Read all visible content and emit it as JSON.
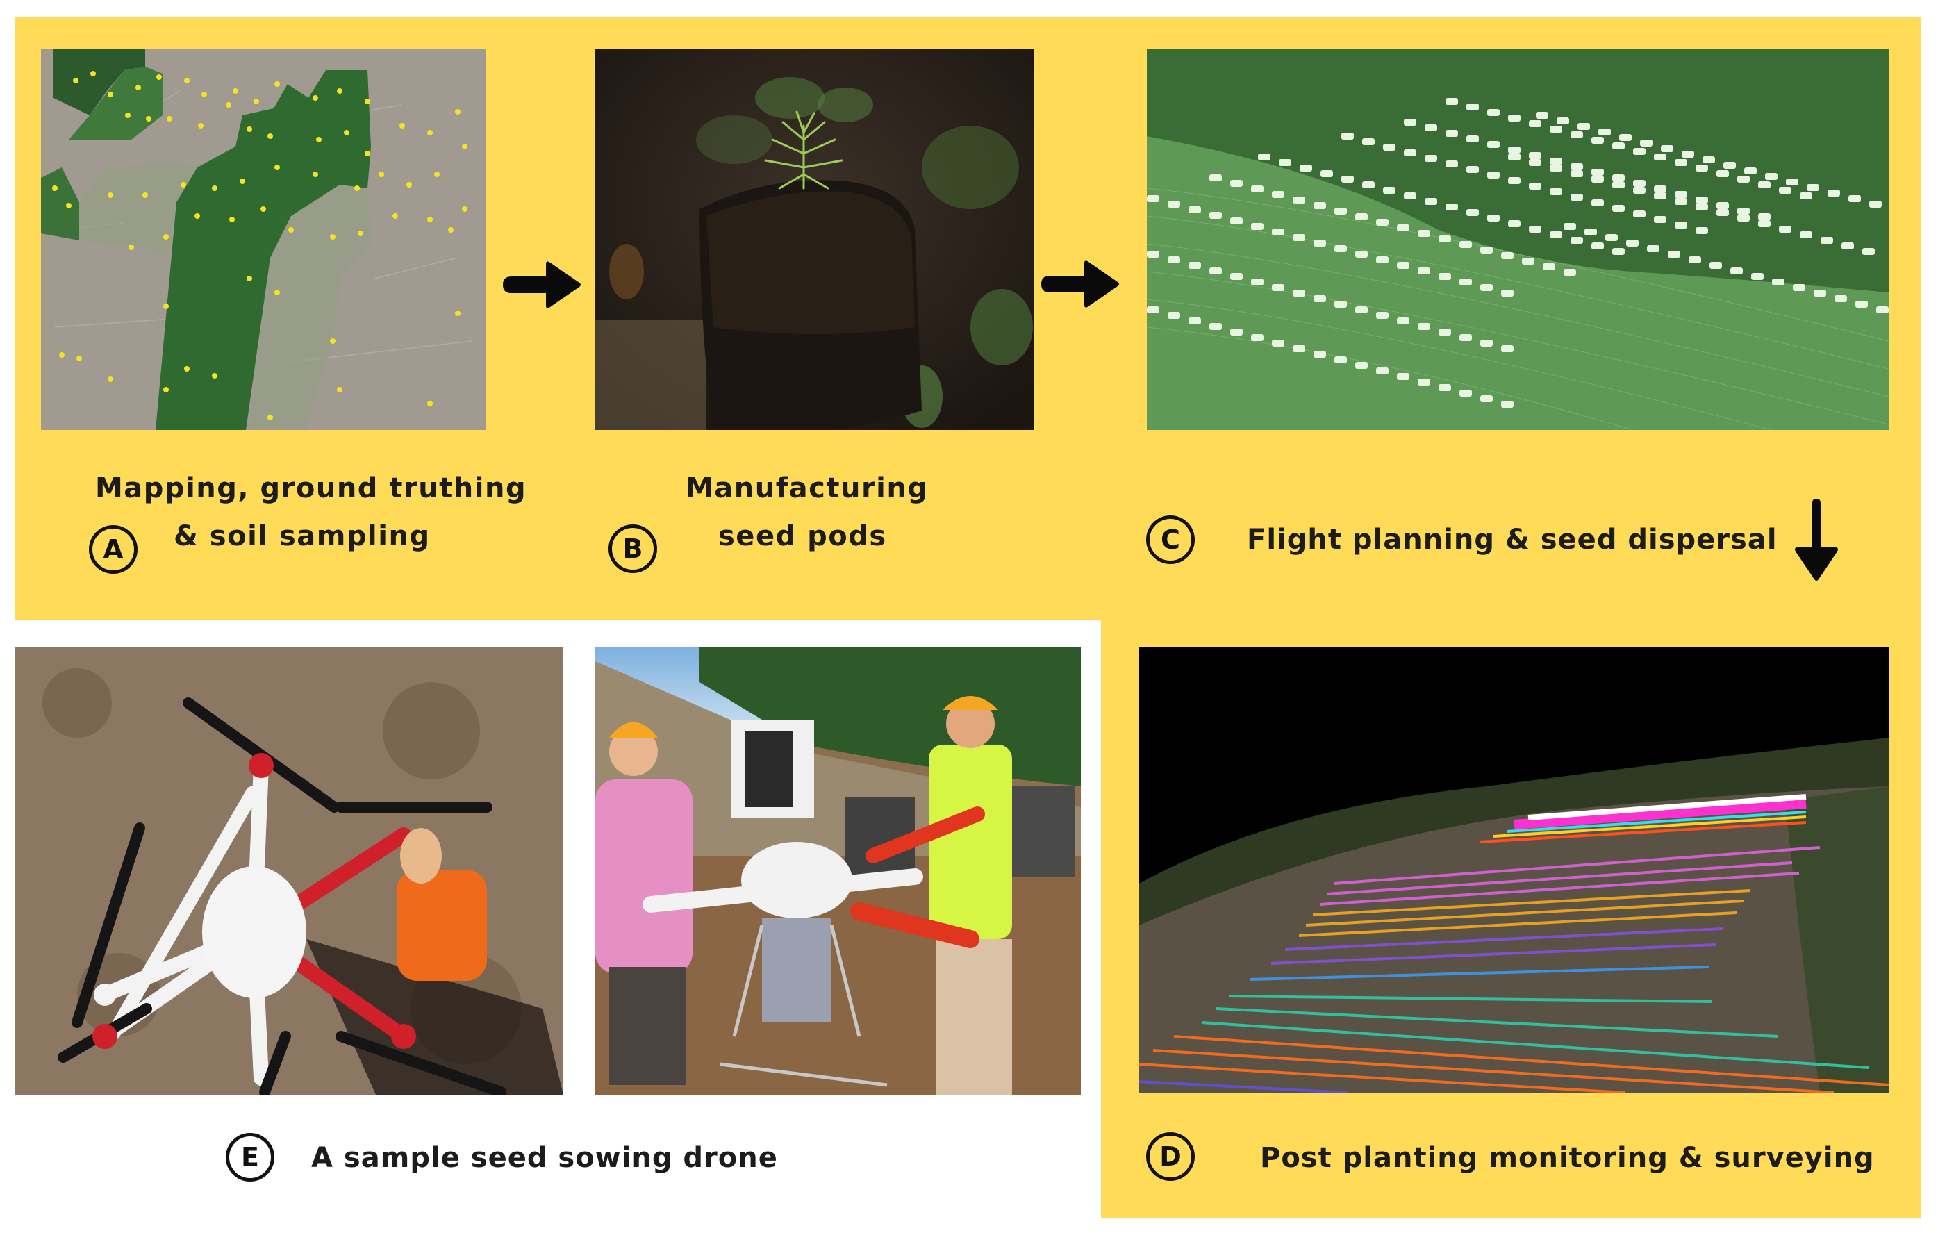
{
  "colors": {
    "background_band": "#FFDB58",
    "page_background": "#FFFFFF",
    "text": "#1C1C1C"
  },
  "steps": [
    {
      "letter": "A",
      "caption_lines": [
        "Mapping, ground truthing",
        "& soil sampling"
      ],
      "image": "aerial map of forest plots with yellow sampling points"
    },
    {
      "letter": "B",
      "caption_lines": [
        "Manufacturing",
        "seed pods"
      ],
      "image": "conifer seedling growing from a soil seed pod"
    },
    {
      "letter": "C",
      "caption_lines": [
        "Flight planning & seed dispersal"
      ],
      "image": "3D green terrain model with dashed flight path grid"
    },
    {
      "letter": "D",
      "caption_lines": [
        "Post planting monitoring & surveying"
      ],
      "image": "3D point cloud of hillside with colored survey transect lines"
    },
    {
      "letter": "E",
      "caption_lines": [
        "A sample seed sowing drone"
      ],
      "image": "hexacopter drone photos: aerial view and two operators holding drone"
    }
  ],
  "arrows": [
    {
      "from": "A",
      "to": "B",
      "direction": "right"
    },
    {
      "from": "B",
      "to": "C",
      "direction": "right"
    },
    {
      "from": "C",
      "to": "D",
      "direction": "down"
    }
  ]
}
